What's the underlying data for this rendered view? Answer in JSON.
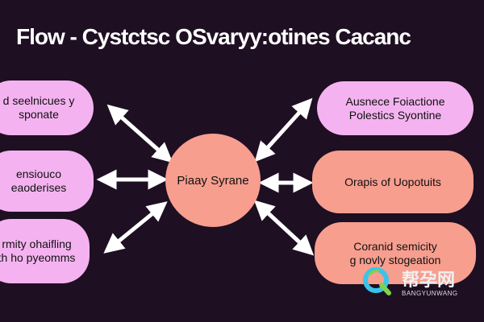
{
  "title": "Flow - Cystctsc  OSvaryy:otines Cacanc",
  "hub": {
    "label": "Piaay Syrane"
  },
  "left_boxes": [
    {
      "lines": [
        "d seelnicues y",
        "sponate"
      ]
    },
    {
      "lines": [
        "ensiouco",
        "eaoderises"
      ]
    },
    {
      "lines": [
        "rmity ohaifling",
        "th ho pyeomms"
      ]
    }
  ],
  "right_boxes": [
    {
      "lines": [
        "Ausnece Foiactione",
        "Polestics Syontine"
      ]
    },
    {
      "lines": [
        "Orapis of Uopotuits"
      ]
    },
    {
      "lines": [
        "Coranid semicity",
        "g novly stogeation"
      ]
    }
  ],
  "watermark": {
    "cn": "帮孕网",
    "en": "BANGYUNWANG"
  },
  "colors": {
    "background": "#1e0f22",
    "pink_box": "#f4b3f0",
    "salmon_box": "#f79e8f",
    "arrow": "#ffffff"
  }
}
